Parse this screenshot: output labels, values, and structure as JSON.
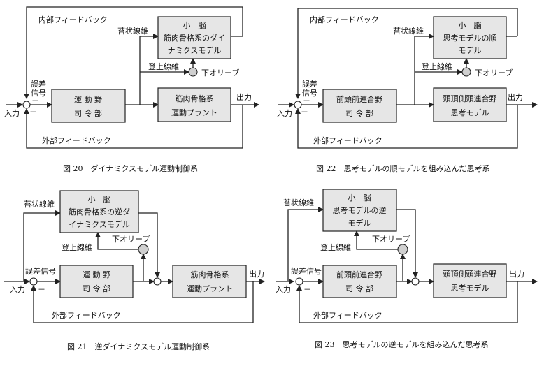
{
  "diagrams": [
    {
      "caption": "図 20　ダイナミクスモデル運動制御系",
      "internal_feedback": "内部フィードバック",
      "external_feedback": "外部フィードバック",
      "climbing": "苔状線維",
      "climbing2": "登上線維",
      "olive": "下オリーブ",
      "error": [
        "誤差",
        "信号"
      ],
      "input": "入力",
      "output": "出力",
      "cerebellum": [
        "小　脳",
        "筋肉骨格系のダイ",
        "ナミクスモデル"
      ],
      "controller": [
        "運 動 野",
        "司 令 部"
      ],
      "plant": [
        "筋肉骨格系",
        "運動プラント"
      ]
    },
    {
      "caption": "図 22　思考モデルの順モデルを組み込んだ思考系",
      "internal_feedback": "内部フィードバック",
      "external_feedback": "外部フィードバック",
      "climbing": "苔状線維",
      "climbing2": "登上線維",
      "olive": "下オリーブ",
      "error": [
        "誤差",
        "信号"
      ],
      "input": "入力",
      "output": "出力",
      "cerebellum": [
        "小　脳",
        "思考モデルの順",
        "モデル"
      ],
      "controller": [
        "前頭前連合野",
        "司 令 部"
      ],
      "plant": [
        "頭頂側頭連合野",
        "思考モデル"
      ]
    },
    {
      "caption": "図 21　逆ダイナミクスモデル運動制御系",
      "external_feedback": "外部フィードバック",
      "climbing": "苔状線維",
      "climbing2": "登上線維",
      "olive": "下オリーブ",
      "error": "誤差信号",
      "input": "入力",
      "output": "出力",
      "cerebellum": [
        "小　脳",
        "筋肉骨格系の逆ダ",
        "イナミクスモデル"
      ],
      "controller": [
        "運 動 野",
        "司 令 部"
      ],
      "plant": [
        "筋肉骨格系",
        "運動プラント"
      ]
    },
    {
      "caption": "図 23　思考モデルの逆モデルを組み込んだ思考系",
      "external_feedback": "外部フィードバック",
      "climbing": "苔状線維",
      "climbing2": "登上線維",
      "olive": "下オリーブ",
      "error": "誤差信号",
      "input": "入力",
      "output": "出力",
      "cerebellum": [
        "小　脳",
        "思考モデルの逆",
        "モデル"
      ],
      "controller": [
        "前頭前連合野",
        "司 令 部"
      ],
      "plant": [
        "頭頂側頭連合野",
        "思考モデル"
      ]
    }
  ],
  "signs": {
    "minus": "－"
  }
}
